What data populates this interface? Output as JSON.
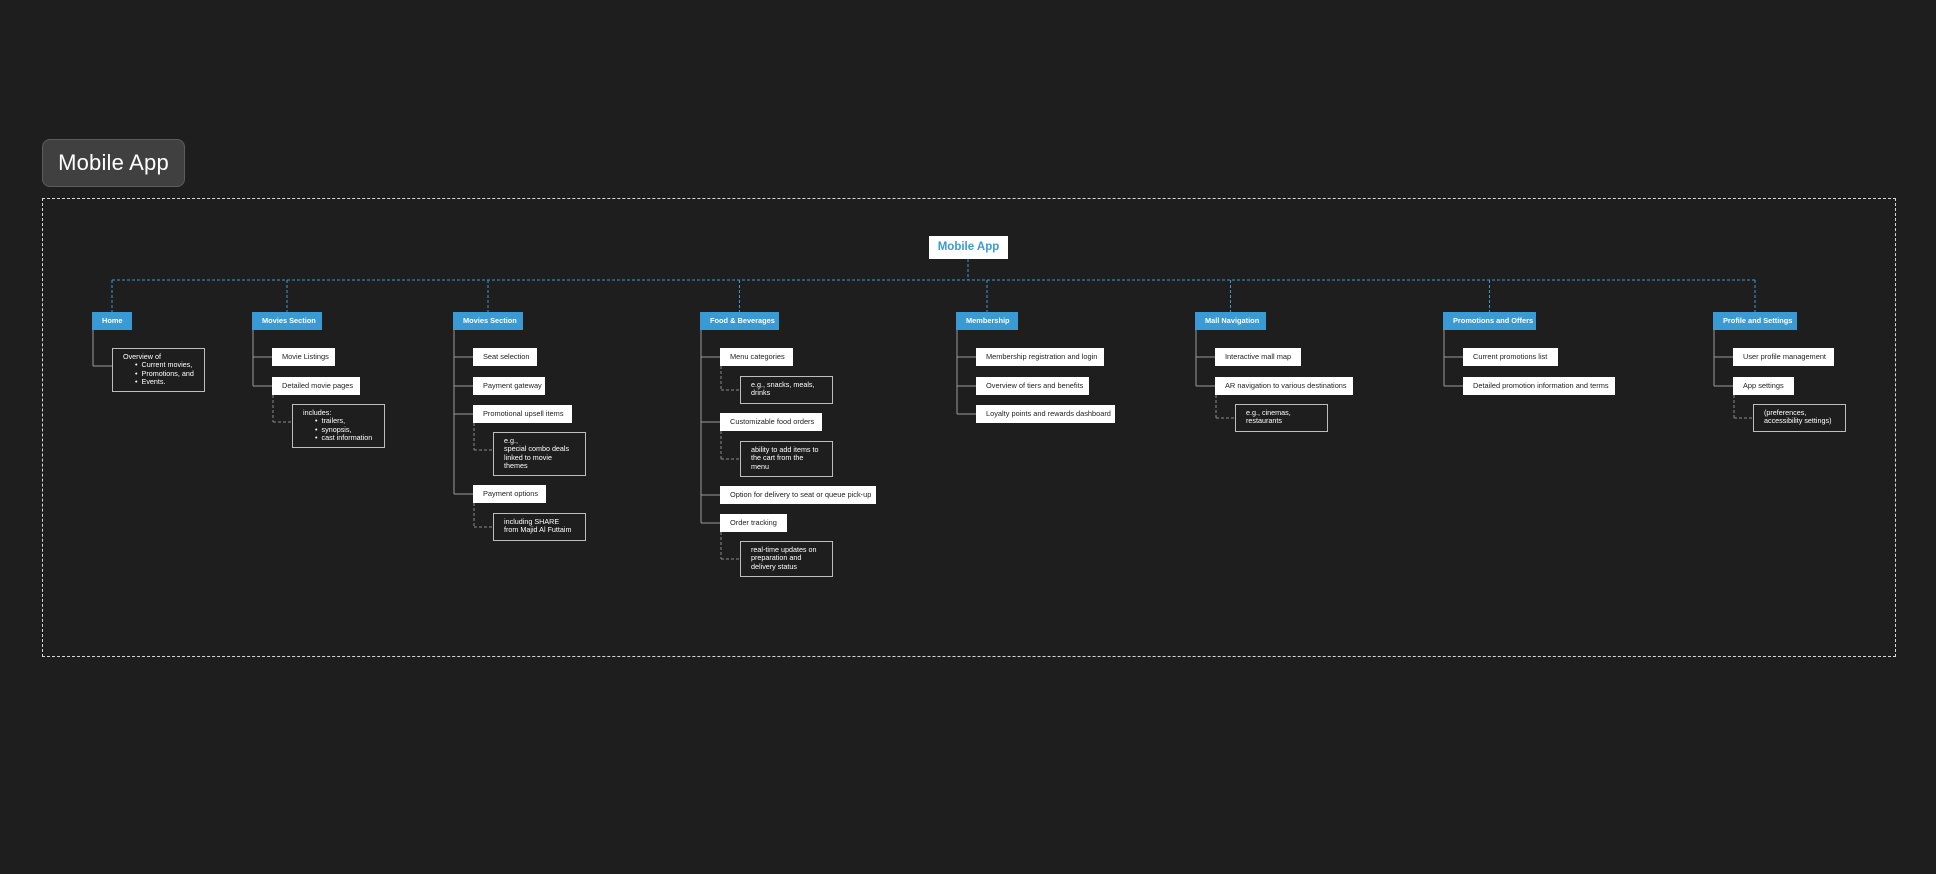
{
  "section_title": "Mobile App",
  "root": "Mobile App",
  "colors": {
    "background": "#1e1e1e",
    "category": "#3a9bd4",
    "connector": "#3a9bd4",
    "item": "#ffffff"
  },
  "categories": [
    {
      "label": "Home",
      "children": [
        {
          "type": "note",
          "text": "Overview of",
          "bullets": [
            "Current movies,",
            "Promotions, and",
            "Events."
          ]
        }
      ]
    },
    {
      "label": "Movies Section",
      "children": [
        {
          "type": "item",
          "text": "Movie Listings"
        },
        {
          "type": "item",
          "text": "Detailed movie pages"
        },
        {
          "type": "note",
          "text": "includes:",
          "bullets": [
            "trailers,",
            "synopsis,",
            "cast information"
          ]
        }
      ]
    },
    {
      "label": "Movies Section",
      "children": [
        {
          "type": "item",
          "text": "Seat selection"
        },
        {
          "type": "item",
          "text": "Payment gateway"
        },
        {
          "type": "item",
          "text": "Promotional upsell items"
        },
        {
          "type": "note",
          "lines": [
            "e.g.,",
            "special combo deals",
            "linked to movie",
            "themes"
          ]
        },
        {
          "type": "item",
          "text": "Payment options"
        },
        {
          "type": "note",
          "lines": [
            "including SHARE",
            "from Majid Al Futtaim"
          ]
        }
      ]
    },
    {
      "label": "Food & Beverages",
      "children": [
        {
          "type": "item",
          "text": "Menu categories"
        },
        {
          "type": "note",
          "lines": [
            "e.g., snacks, meals,",
            "drinks"
          ]
        },
        {
          "type": "item",
          "text": "Customizable food orders"
        },
        {
          "type": "note",
          "lines": [
            "ability to add items to",
            "the cart from the",
            "menu"
          ]
        },
        {
          "type": "item",
          "text": "Option for delivery to seat or queue pick-up"
        },
        {
          "type": "item",
          "text": "Order tracking"
        },
        {
          "type": "note",
          "lines": [
            "real-time updates on",
            "preparation and",
            "delivery status"
          ]
        }
      ]
    },
    {
      "label": "Membership",
      "children": [
        {
          "type": "item",
          "text": "Membership registration and login"
        },
        {
          "type": "item",
          "text": "Overview of tiers and benefits"
        },
        {
          "type": "item",
          "text": "Loyalty points and rewards dashboard"
        }
      ]
    },
    {
      "label": "Mall Navigation",
      "children": [
        {
          "type": "item",
          "text": "Interactive mall map"
        },
        {
          "type": "item",
          "text": "AR navigation to various destinations"
        },
        {
          "type": "note",
          "lines": [
            "e.g., cinemas,",
            "restaurants"
          ]
        }
      ]
    },
    {
      "label": "Promotions and Offers",
      "children": [
        {
          "type": "item",
          "text": "Current promotions list"
        },
        {
          "type": "item",
          "text": "Detailed promotion information and terms"
        }
      ]
    },
    {
      "label": "Profile and Settings",
      "children": [
        {
          "type": "item",
          "text": "User profile management"
        },
        {
          "type": "item",
          "text": "App settings"
        },
        {
          "type": "note",
          "lines": [
            "(preferences,",
            "accessibility settings)"
          ]
        }
      ]
    }
  ]
}
